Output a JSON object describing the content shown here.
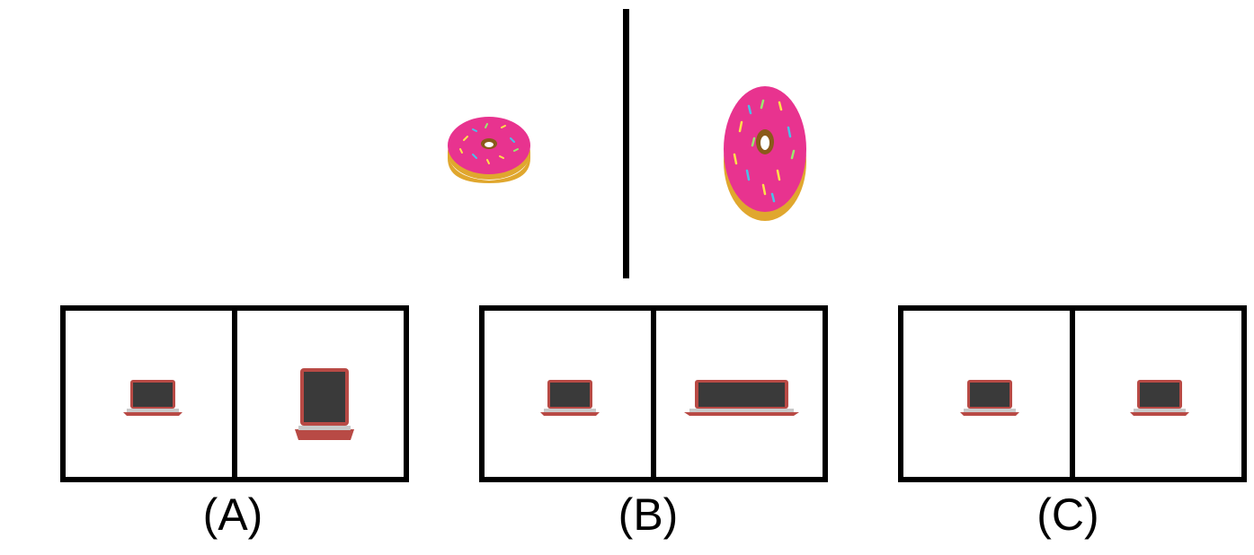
{
  "example": {
    "left_object": "donut-icon",
    "right_object": "donut-icon"
  },
  "options": [
    {
      "label": "(A)",
      "left_object": "laptop-icon",
      "right_object": "laptop-icon"
    },
    {
      "label": "(B)",
      "left_object": "laptop-icon",
      "right_object": "laptop-icon"
    },
    {
      "label": "(C)",
      "left_object": "laptop-icon",
      "right_object": "laptop-icon"
    }
  ],
  "colors": {
    "frosting": "#e8338f",
    "dough": "#e0a72e",
    "laptop_body": "#b84a45",
    "laptop_screen": "#3a3a3a",
    "border": "#000000"
  }
}
